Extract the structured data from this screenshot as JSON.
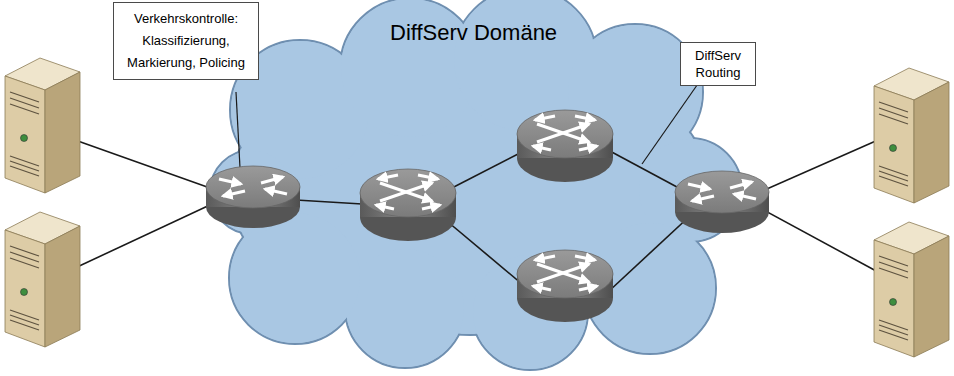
{
  "diagram": {
    "title": "DiffServ Domäne",
    "nodes": [
      {
        "text": [
          "Verkehrskontrolle: Klassifizierung, Markierung, Policing"
        ]
      },
      {
        "text": [
          "DiffServ Routing"
        ]
      }
    ]
  }
}
